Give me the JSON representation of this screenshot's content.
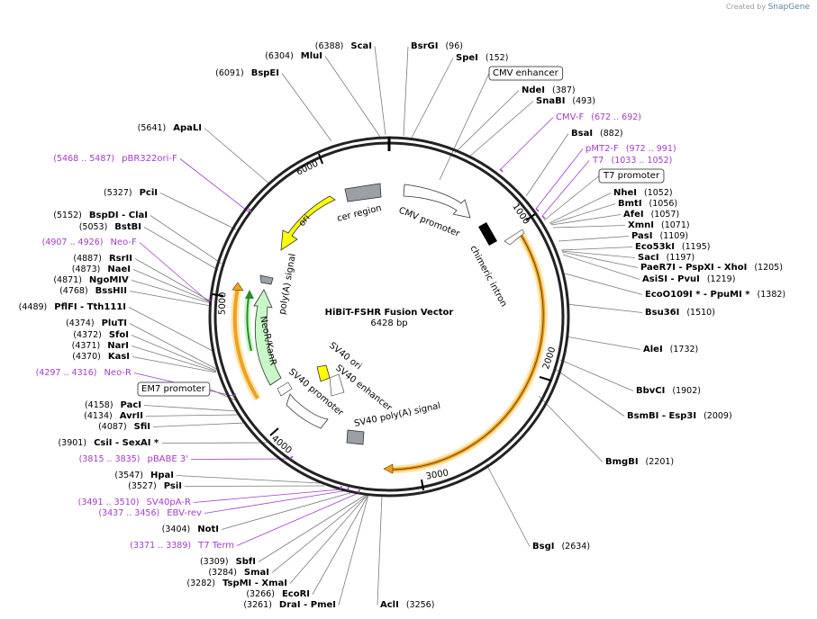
{
  "credit": {
    "prefix": "Created by",
    "brand": "SnapGene"
  },
  "plasmid": {
    "name": "HiBiT-FSHR Fusion Vector",
    "size_label": "6428 bp",
    "length": 6428
  },
  "ticks": [
    "1000",
    "2000",
    "3000",
    "4000",
    "5000",
    "6000"
  ],
  "features": [
    {
      "label": "cer region"
    },
    {
      "label": "CMV promoter"
    },
    {
      "label": "chimeric intron"
    },
    {
      "label": "ori"
    },
    {
      "label": "poly(A) signal"
    },
    {
      "label": "NeoR/KanR"
    },
    {
      "label": "SV40 ori"
    },
    {
      "label": "SV40 enhancer"
    },
    {
      "label": "SV40 promoter"
    },
    {
      "label": "SV40 poly(A) signal"
    }
  ],
  "sites": [
    {
      "pos": "(6388)",
      "name": "ScaI"
    },
    {
      "pos": "(6304)",
      "name": "MluI"
    },
    {
      "pos": "(6091)",
      "name": "BspEI"
    },
    {
      "pos": "(5641)",
      "name": "ApaLI"
    },
    {
      "pos": "(5468 .. 5487)",
      "name": "pBR322ori-F"
    },
    {
      "pos": "(5327)",
      "name": "PciI"
    },
    {
      "pos": "(5152)",
      "name": "BspDI  -  ClaI"
    },
    {
      "pos": "(5053)",
      "name": "BstBI"
    },
    {
      "pos": "(4907 .. 4926)",
      "name": "Neo-F"
    },
    {
      "pos": "(4887)",
      "name": "RsrII"
    },
    {
      "pos": "(4873)",
      "name": "NaeI"
    },
    {
      "pos": "(4871)",
      "name": "NgoMIV"
    },
    {
      "pos": "(4768)",
      "name": "BssHII"
    },
    {
      "pos": "(4489)",
      "name": "PflFI  -  Tth111I"
    },
    {
      "pos": "(4374)",
      "name": "PluTI"
    },
    {
      "pos": "(4372)",
      "name": "SfoI"
    },
    {
      "pos": "(4371)",
      "name": "NarI"
    },
    {
      "pos": "(4370)",
      "name": "KasI"
    },
    {
      "pos": "(4297 .. 4316)",
      "name": "Neo-R"
    },
    {
      "pos": "",
      "name": "EM7 promoter"
    },
    {
      "pos": "(4158)",
      "name": "PacI"
    },
    {
      "pos": "(4134)",
      "name": "AvrII"
    },
    {
      "pos": "(4087)",
      "name": "SfiI"
    },
    {
      "pos": "(3901)",
      "name": "CsiI  -  SexAI *"
    },
    {
      "pos": "(3815 .. 3835)",
      "name": "pBABE 3'"
    },
    {
      "pos": "(3547)",
      "name": "HpaI"
    },
    {
      "pos": "(3527)",
      "name": "PsiI"
    },
    {
      "pos": "(3491 .. 3510)",
      "name": "SV40pA-R"
    },
    {
      "pos": "(3437 .. 3456)",
      "name": "EBV-rev"
    },
    {
      "pos": "(3404)",
      "name": "NotI"
    },
    {
      "pos": "(3371 .. 3389)",
      "name": "T7 Term"
    },
    {
      "pos": "(3309)",
      "name": "SbfI"
    },
    {
      "pos": "(3284)",
      "name": "SmaI"
    },
    {
      "pos": "(3282)",
      "name": "TspMI  -  XmaI"
    },
    {
      "pos": "(3266)",
      "name": "EcoRI"
    },
    {
      "pos": "(3261)",
      "name": "DraI  -  PmeI"
    },
    {
      "pos": "(3256)",
      "name": "AclI"
    },
    {
      "pos": "(2634)",
      "name": "BsgI"
    },
    {
      "pos": "(2201)",
      "name": "BmgBI"
    },
    {
      "pos": "(2009)",
      "name": "BsmBI  -  Esp3I"
    },
    {
      "pos": "(1902)",
      "name": "BbvCI"
    },
    {
      "pos": "(1732)",
      "name": "AleI"
    },
    {
      "pos": "(1510)",
      "name": "Bsu36I"
    },
    {
      "pos": "(1382)",
      "name": "EcoO109I *  -  PpuMI *"
    },
    {
      "pos": "(1219)",
      "name": "AsiSI  -  PvuI"
    },
    {
      "pos": "(1205)",
      "name": "PaeR7I  -  PspXI  -  XhoI"
    },
    {
      "pos": "(1197)",
      "name": "SacI"
    },
    {
      "pos": "(1195)",
      "name": "Eco53kI"
    },
    {
      "pos": "(1109)",
      "name": "PasI"
    },
    {
      "pos": "(1071)",
      "name": "XmnI"
    },
    {
      "pos": "(1057)",
      "name": "AfeI"
    },
    {
      "pos": "(1056)",
      "name": "BmtI"
    },
    {
      "pos": "(1052)",
      "name": "NheI"
    },
    {
      "pos": "",
      "name": "T7 promoter"
    },
    {
      "pos": "(1033 .. 1052)",
      "name": "T7"
    },
    {
      "pos": "(972 .. 991)",
      "name": "pMT2-F"
    },
    {
      "pos": "(882)",
      "name": "BsaI"
    },
    {
      "pos": "(672 .. 692)",
      "name": "CMV-F"
    },
    {
      "pos": "(493)",
      "name": "SnaBI"
    },
    {
      "pos": "(387)",
      "name": "NdeI"
    },
    {
      "pos": "",
      "name": "CMV enhancer"
    },
    {
      "pos": "(152)",
      "name": "SpeI"
    },
    {
      "pos": "(96)",
      "name": "BsrGI"
    }
  ],
  "colors": {
    "ori": "#ffff00",
    "neo": "#c8f8c8",
    "orf": "#f0a020",
    "primer": "#a23cc8",
    "gray": "#9aa0a6"
  }
}
